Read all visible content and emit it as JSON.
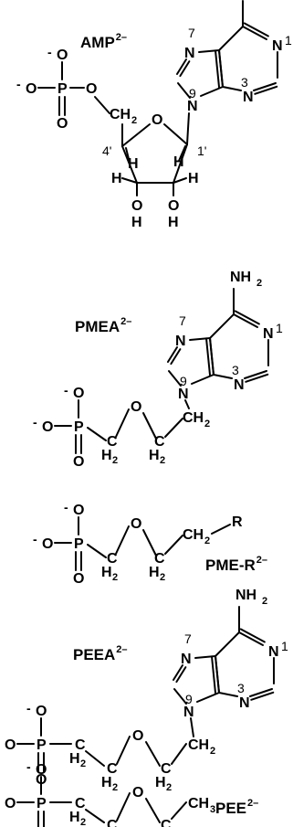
{
  "labels": {
    "amp": "AMP",
    "pmea": "PMEA",
    "pme_r": "PME-R",
    "peea": "PEEA",
    "pee": "PEE",
    "charge": "2–"
  },
  "atoms": {
    "N": "N",
    "O": "O",
    "P": "P",
    "C": "C",
    "H": "H",
    "R": "R",
    "NH": "NH",
    "CH": "CH",
    "two": "2",
    "three": "3",
    "minus": "-"
  },
  "numbering": {
    "n1": "1",
    "n3": "3",
    "n7": "7",
    "n9": "9",
    "c1p": "1'",
    "c4p": "4'"
  }
}
